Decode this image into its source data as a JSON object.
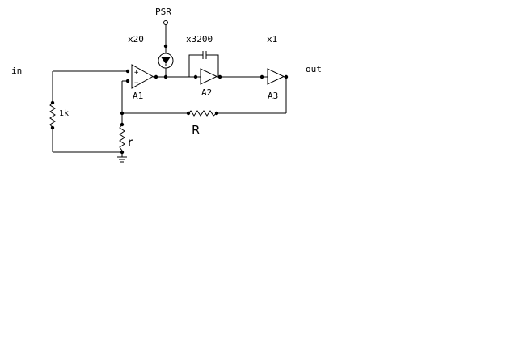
{
  "labels": {
    "psr": "PSR",
    "gain_a1": "x20",
    "gain_a2": "x3200",
    "gain_a3": "x1",
    "input": "in",
    "output": "out",
    "amp_a1": "A1",
    "amp_a2": "A2",
    "amp_a3": "A3",
    "input_resistor": "1k",
    "feedback_resistor": "R",
    "ground_resistor": "r",
    "plus_sign": "+",
    "minus_sign": "−"
  }
}
